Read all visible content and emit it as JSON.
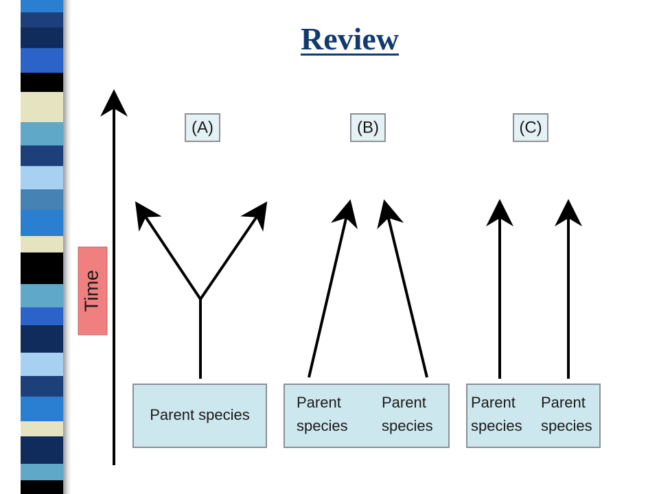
{
  "slide": {
    "title": "Review"
  },
  "diagram": {
    "time_label": "Time",
    "panels": [
      {
        "label": "(A)",
        "parents": [
          "Parent species"
        ]
      },
      {
        "label": "(B)",
        "parents": [
          "Parent species",
          "Parent species"
        ]
      },
      {
        "label": "(C)",
        "parents": [
          "Parent species",
          "Parent species"
        ]
      }
    ]
  },
  "colors": {
    "title": "#123a6e",
    "time_box": "#f08080",
    "parent_box": "#cde7ee",
    "label_box": "#e4f1f5",
    "stripes": [
      "#1d3f7a",
      "#2b7fd0",
      "#5fa8c8",
      "#e6e4c0",
      "#000000",
      "#0f2c5c",
      "#a8d0f0",
      "#4682b4"
    ]
  }
}
